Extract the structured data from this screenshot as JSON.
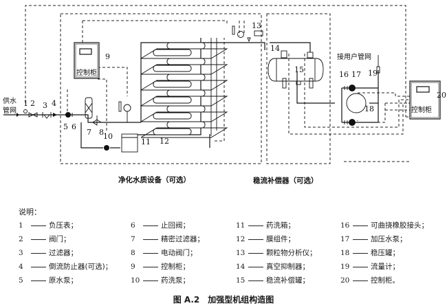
{
  "diagram": {
    "inlet_label_line1": "供水",
    "inlet_label_line2": "管网",
    "outlet_label": "接用户管网",
    "control_cabinet_left": "控制柜",
    "control_cabinet_right": "控制柜",
    "section_purification": "净化水质设备（可选）",
    "section_stabilizer": "稳流补偿器（可选）",
    "callouts": [
      "1",
      "2",
      "3",
      "4",
      "5",
      "6",
      "7",
      "8",
      "9",
      "10",
      "11",
      "12",
      "13",
      "14",
      "15",
      "16",
      "17",
      "18",
      "19",
      "20"
    ]
  },
  "legend": {
    "title": "说明：",
    "columns": [
      [
        {
          "num": "1",
          "text": "负压表；"
        },
        {
          "num": "2",
          "text": "阀门；"
        },
        {
          "num": "3",
          "text": "过滤器；"
        },
        {
          "num": "4",
          "text": "倒流防止器(可选)；"
        },
        {
          "num": "5",
          "text": "原水泵；"
        }
      ],
      [
        {
          "num": "6",
          "text": "止回阀；"
        },
        {
          "num": "7",
          "text": "精密过滤器；"
        },
        {
          "num": "8",
          "text": "电动阀门；"
        },
        {
          "num": "9",
          "text": "控制柜；"
        },
        {
          "num": "10",
          "text": "药洗泵；"
        }
      ],
      [
        {
          "num": "11",
          "text": "药洗箱；"
        },
        {
          "num": "12",
          "text": "膜组件；"
        },
        {
          "num": "13",
          "text": "颗粒物分析仪；"
        },
        {
          "num": "14",
          "text": "真空抑制器；"
        },
        {
          "num": "15",
          "text": "稳流补偿罐；"
        }
      ],
      [
        {
          "num": "16",
          "text": "可曲挠橡胶接头；"
        },
        {
          "num": "17",
          "text": "加压水泵；"
        },
        {
          "num": "18",
          "text": "稳压罐；"
        },
        {
          "num": "19",
          "text": "流量计；"
        },
        {
          "num": "20",
          "text": "控制柜。"
        }
      ]
    ]
  },
  "caption": "图 A.2　加强型机组构造图"
}
